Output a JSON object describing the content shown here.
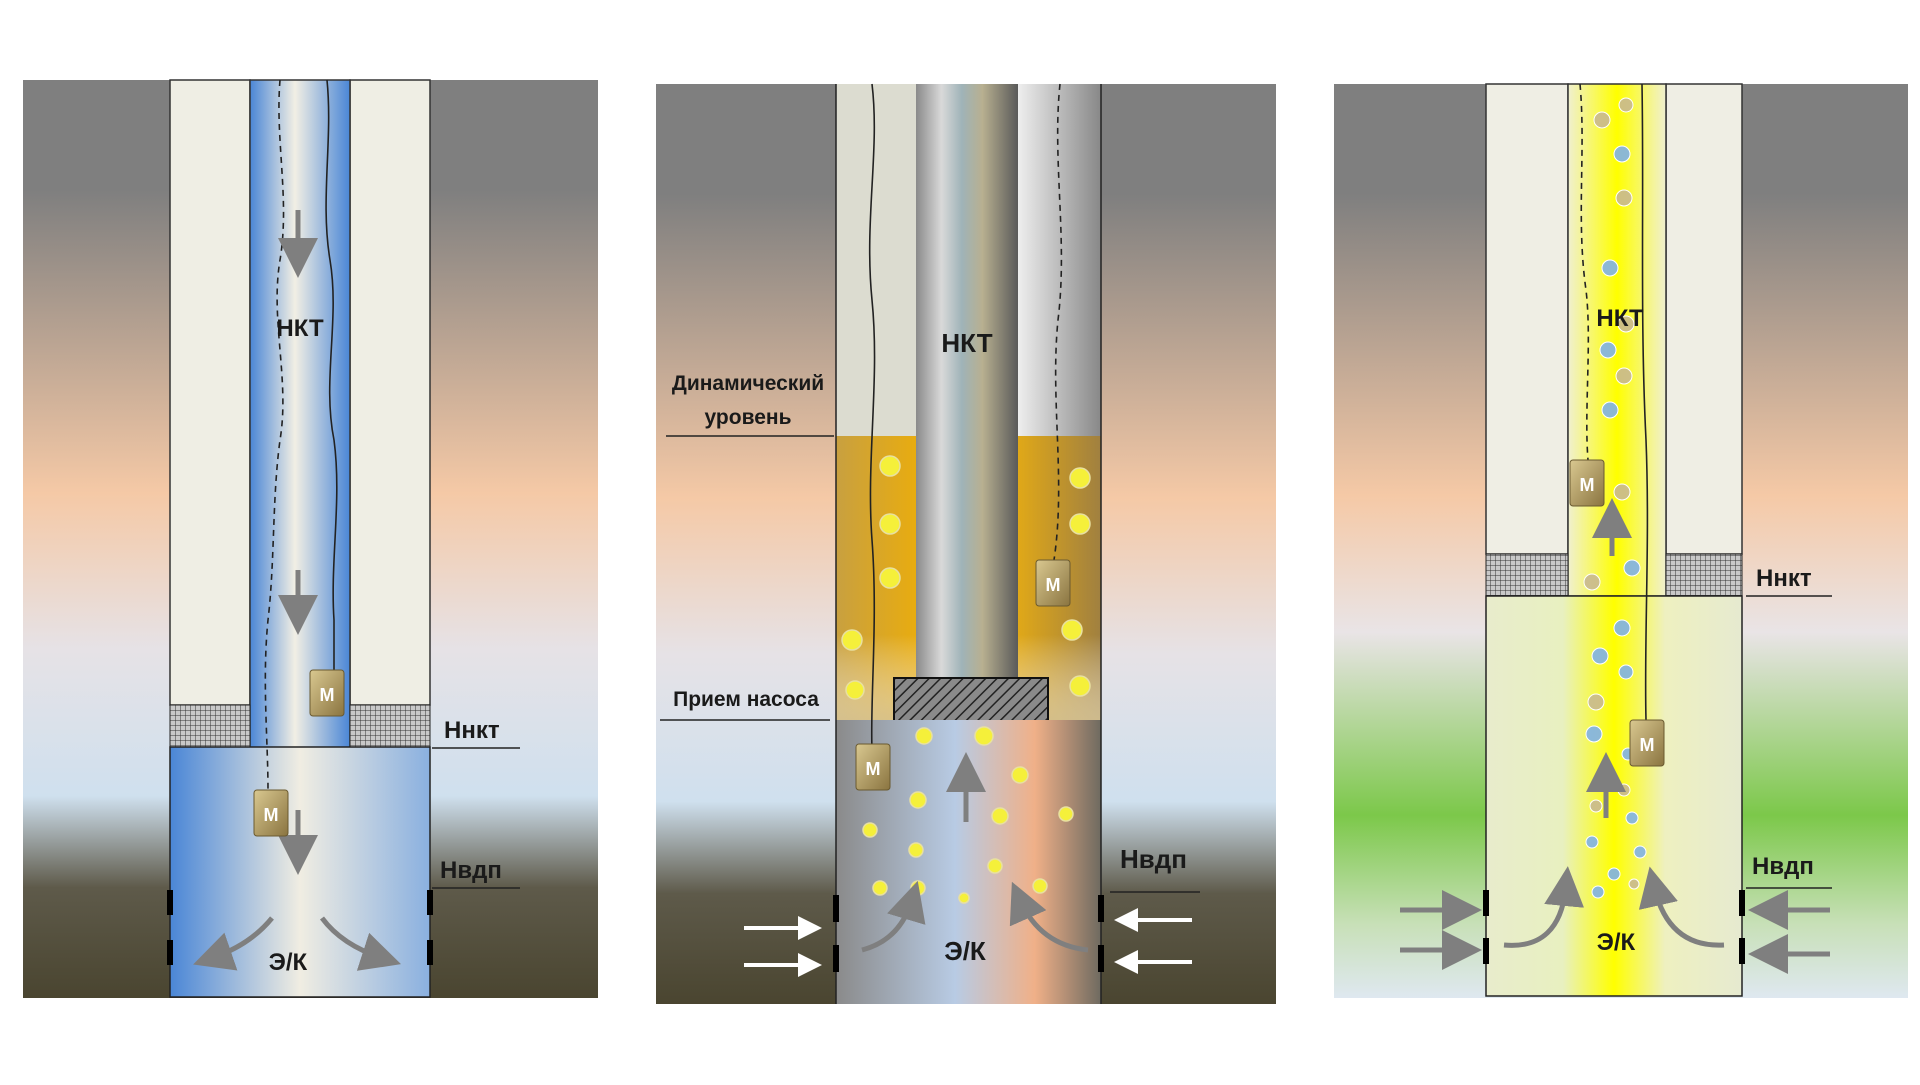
{
  "panels": [
    {
      "tubing_label": "НКТ",
      "packer_depth_label": "Ннкт",
      "perforation_depth_label": "Нвдп",
      "casing_label": "Э/К",
      "gauge_labels": [
        "М",
        "М"
      ]
    },
    {
      "tubing_label": "НКТ",
      "dynamic_level_label_line1": "Динамический",
      "dynamic_level_label_line2": "уровень",
      "pump_intake_label": "Прием насоса",
      "perforation_depth_label": "Нвдп",
      "casing_label": "Э/К",
      "gauge_labels": [
        "М",
        "М"
      ]
    },
    {
      "tubing_label": "НКТ",
      "packer_depth_label": "Ннкт",
      "perforation_depth_label": "Нвдп",
      "casing_label": "Э/К",
      "gauge_labels": [
        "М",
        "М"
      ]
    }
  ],
  "colors": {
    "injection_fluid": "#4a86d6",
    "oil_level": "#e0a818",
    "bubbles_yellow": "#f5f03a",
    "gas_lift_stream": "#ffff00",
    "tubing_wall": "#efeee4",
    "arrow_gray": "#7f7f7f",
    "arrow_white": "#ffffff",
    "gauge_body": "#b8a46c"
  }
}
